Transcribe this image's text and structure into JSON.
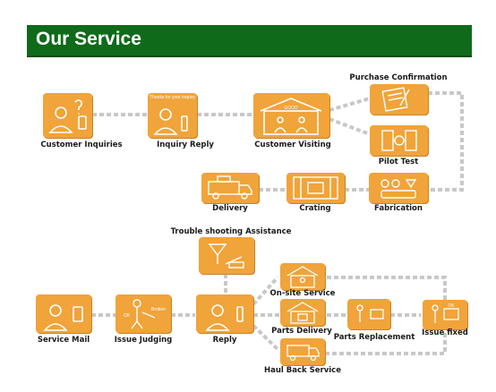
{
  "header": {
    "title": "Our Service"
  },
  "sales_flow": {
    "customer_inquiries": "Customer Inquiries",
    "inquiry_reply": "Inquiry Reply",
    "inquiry_reply_caption": "Thanks for your inquiry",
    "customer_visiting": "Customer Visiting",
    "customer_visiting_sign": "GOOD",
    "purchase_confirmation": "Purchase Confirmation",
    "pilot_test": "Pilot Test",
    "fabrication": "Fabrication",
    "crating": "Crating",
    "delivery": "Delivery"
  },
  "after_sales_flow": {
    "trouble_shooting": "Trouble shooting Assistance",
    "service_mail": "Service Mail",
    "issue_judging": "Issue Judging",
    "issue_ok": "OK",
    "issue_broken": "Broken",
    "reply": "Reply",
    "onsite_service": "On-site Service",
    "parts_delivery": "Parts Delivery",
    "parts_replacement": "Parts Replacement",
    "issue_fixed": "Issue fixed",
    "issue_fixed_ok": "OK",
    "haul_back_service": "Haul Back Service"
  },
  "colors": {
    "banner": "#0f6a1a",
    "box": "#f0a43a",
    "connector": "#c8c8c8",
    "label": "#1a1a1a"
  }
}
